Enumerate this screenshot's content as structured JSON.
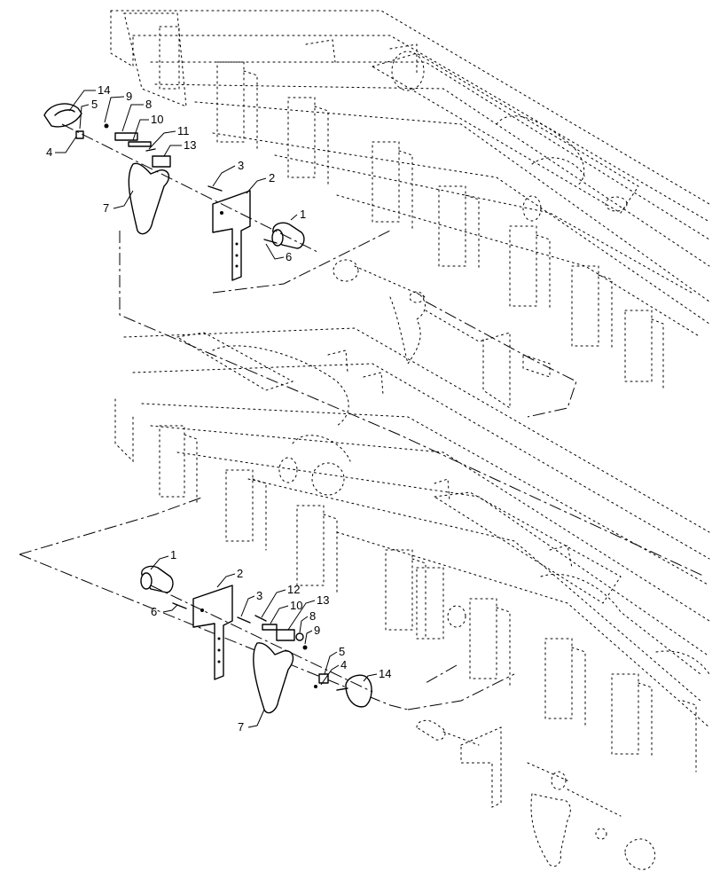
{
  "callouts": {
    "upper": {
      "c14": "14",
      "c5": "5",
      "c9": "9",
      "c8": "8",
      "c10": "10",
      "c11": "11",
      "c4": "4",
      "c13": "13",
      "c3": "3",
      "c2": "2",
      "c7": "7",
      "c1": "1",
      "c6": "6"
    },
    "lower": {
      "c1": "1",
      "c2": "2",
      "c12": "12",
      "c3": "3",
      "c10": "10",
      "c13": "13",
      "c6": "6",
      "c8": "8",
      "c9": "9",
      "c5": "5",
      "c4": "4",
      "c14": "14",
      "c7": "7"
    }
  }
}
